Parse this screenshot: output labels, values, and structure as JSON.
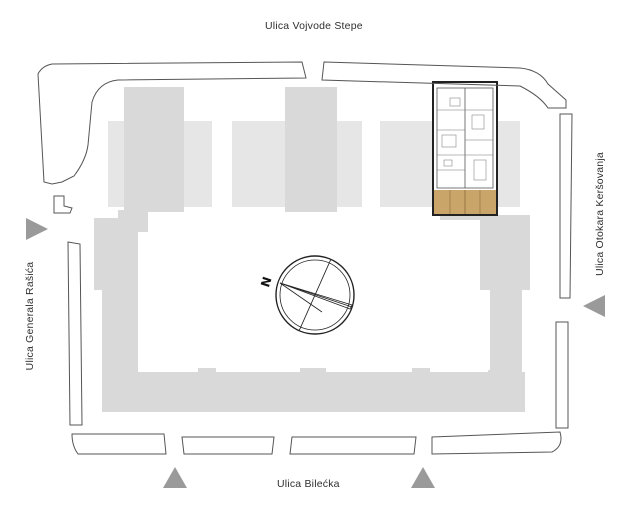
{
  "streets": {
    "north": "Ulica Vojvode Stepe",
    "south": "Ulica Bilećka",
    "west": "Ulica Generala Rašića",
    "east": "Ulica Otokara Keršovanja"
  },
  "compass": {
    "label": "N"
  },
  "colors": {
    "building_fill": "#d9d9d9",
    "courtyard_fill": "#e6e6e6",
    "outline": "#555555",
    "highlight_fill": "#ffffff",
    "highlight_accent": "#c9a56a",
    "entrance_arrow": "#9a9a9a"
  },
  "icons": [
    "compass-rose-icon",
    "entrance-arrow-icon"
  ]
}
